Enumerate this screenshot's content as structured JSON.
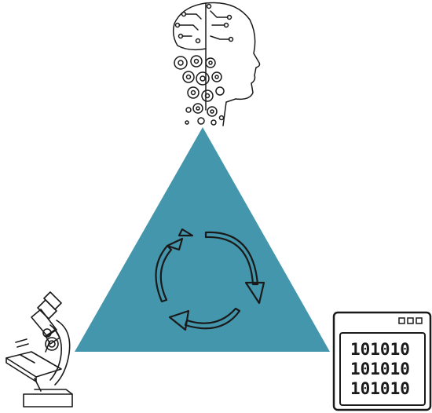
{
  "colors": {
    "triangle_fill": "#4496ad",
    "stroke": "#1a1a1a",
    "background": "#ffffff"
  },
  "nodes": {
    "top": {
      "icon": "ai-head-icon"
    },
    "left": {
      "icon": "microscope-icon"
    },
    "right": {
      "icon": "code-window-icon",
      "lines": [
        "101010",
        "101010",
        "101010"
      ]
    }
  },
  "center": {
    "icon": "cycle-arrows-icon"
  }
}
